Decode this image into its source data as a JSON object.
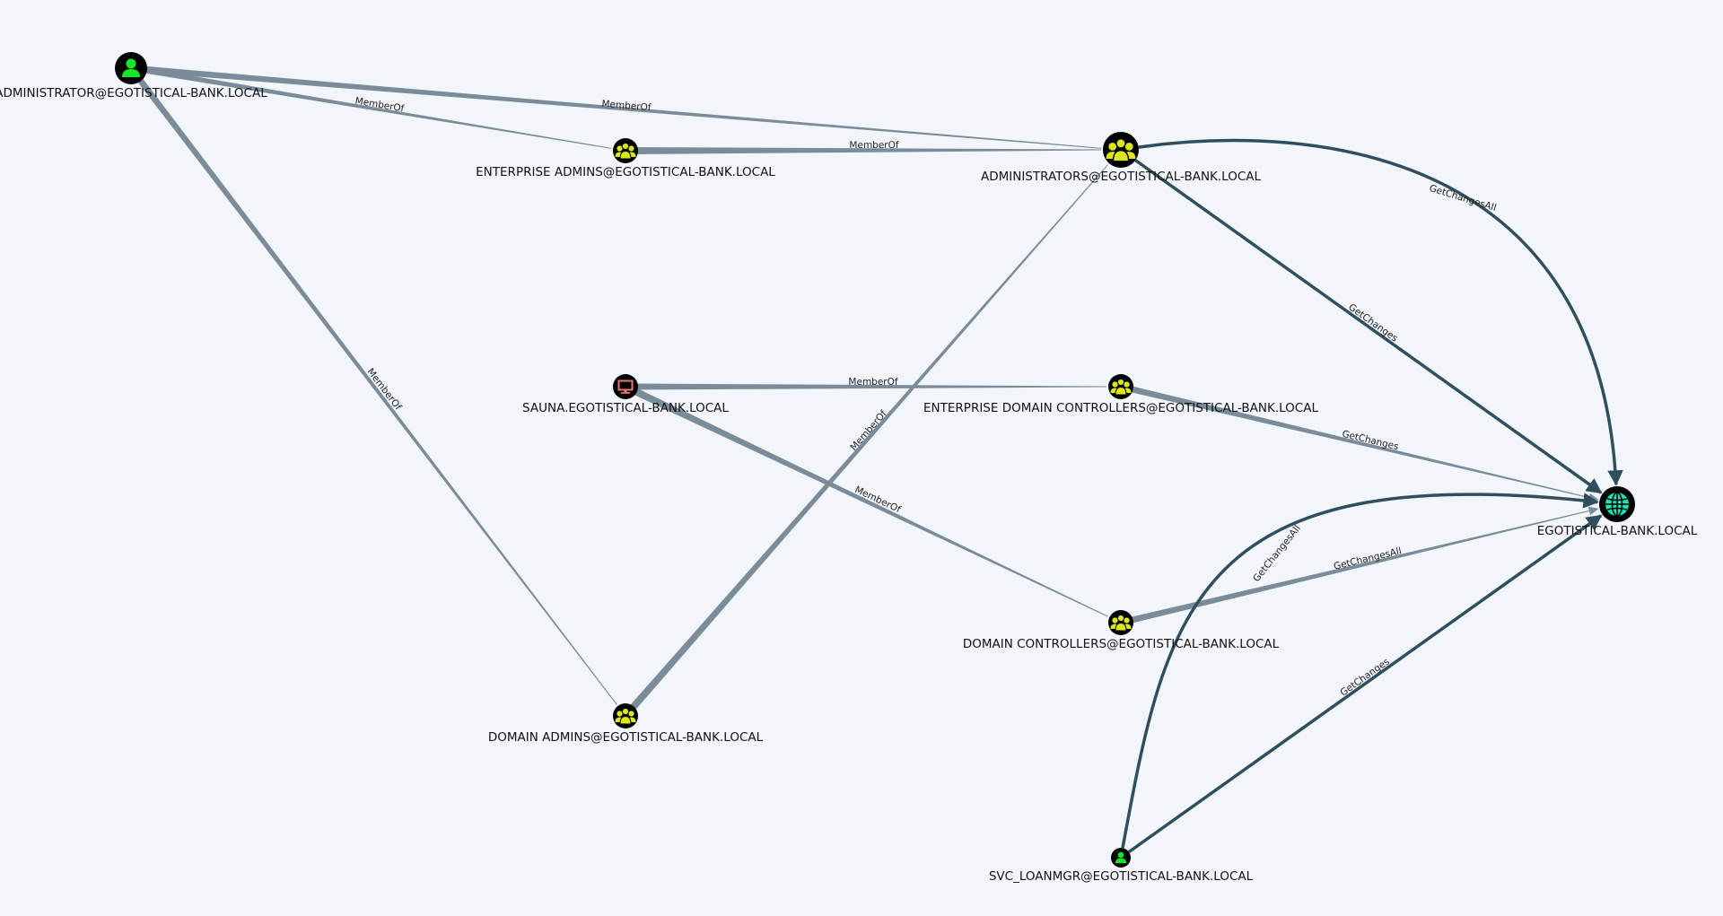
{
  "colors": {
    "background": "#f2f5f9",
    "memberof_edge": "#7a8c99",
    "rights_edge": "#2f4f5f",
    "user_node": "#17e625",
    "group_node": "#dbe617",
    "computer_node": "#e67873",
    "domain_node": "#17e6b9"
  },
  "nodes": [
    {
      "id": "admin_user",
      "label": "ADMINISTRATOR@EGOTISTICAL-BANK.LOCAL",
      "type": "user",
      "icon": "user-icon"
    },
    {
      "id": "enterprise_admins",
      "label": "ENTERPRISE ADMINS@EGOTISTICAL-BANK.LOCAL",
      "type": "group",
      "icon": "group-icon"
    },
    {
      "id": "administrators",
      "label": "ADMINISTRATORS@EGOTISTICAL-BANK.LOCAL",
      "type": "group",
      "icon": "group-icon"
    },
    {
      "id": "sauna",
      "label": "SAUNA.EGOTISTICAL-BANK.LOCAL",
      "type": "computer",
      "icon": "computer-icon"
    },
    {
      "id": "enterprise_dcs",
      "label": "ENTERPRISE DOMAIN CONTROLLERS@EGOTISTICAL-BANK.LOCAL",
      "type": "group",
      "icon": "group-icon"
    },
    {
      "id": "domain",
      "label": "EGOTISTICAL-BANK.LOCAL",
      "type": "domain",
      "icon": "globe-icon"
    },
    {
      "id": "domain_controllers",
      "label": "DOMAIN CONTROLLERS@EGOTISTICAL-BANK.LOCAL",
      "type": "group",
      "icon": "group-icon"
    },
    {
      "id": "domain_admins",
      "label": "DOMAIN ADMINS@EGOTISTICAL-BANK.LOCAL",
      "type": "group",
      "icon": "group-icon"
    },
    {
      "id": "svc_loanmgr",
      "label": "SVC_LOANMGR@EGOTISTICAL-BANK.LOCAL",
      "type": "user",
      "icon": "user-icon"
    }
  ],
  "edges": [
    {
      "source": "admin_user",
      "target": "administrators",
      "label": "MemberOf"
    },
    {
      "source": "admin_user",
      "target": "enterprise_admins",
      "label": "MemberOf"
    },
    {
      "source": "admin_user",
      "target": "domain_admins",
      "label": "MemberOf"
    },
    {
      "source": "enterprise_admins",
      "target": "administrators",
      "label": "MemberOf"
    },
    {
      "source": "domain_admins",
      "target": "administrators",
      "label": "MemberOf"
    },
    {
      "source": "sauna",
      "target": "enterprise_dcs",
      "label": "MemberOf"
    },
    {
      "source": "sauna",
      "target": "domain_controllers",
      "label": "MemberOf"
    },
    {
      "source": "administrators",
      "target": "domain",
      "label": "GetChangesAll"
    },
    {
      "source": "administrators",
      "target": "domain",
      "label": "GetChanges"
    },
    {
      "source": "enterprise_dcs",
      "target": "domain",
      "label": "GetChanges"
    },
    {
      "source": "domain_controllers",
      "target": "domain",
      "label": "GetChangesAll"
    },
    {
      "source": "svc_loanmgr",
      "target": "domain",
      "label": "GetChangesAll"
    },
    {
      "source": "svc_loanmgr",
      "target": "domain",
      "label": "GetChanges"
    }
  ]
}
